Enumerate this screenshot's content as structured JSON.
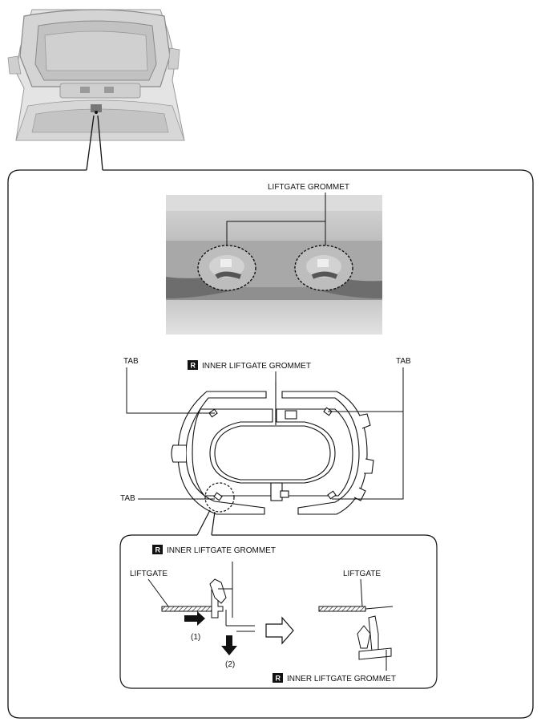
{
  "labels": {
    "photo_callout": "LIFTGATE GROMMET",
    "main_title": "INNER LIFTGATE GROMMET",
    "tab_left": "TAB",
    "tab_right": "TAB",
    "tab_bottom": "TAB",
    "detail_title": "INNER LIFTGATE GROMMET",
    "detail_liftgate_left": "LIFTGATE",
    "detail_liftgate_right": "LIFTGATE",
    "step_1": "(1)",
    "step_2": "(2)",
    "detail_result": "INNER LIFTGATE GROMMET",
    "replace_symbol": "R"
  },
  "colors": {
    "line": "#111111",
    "photo_bg": "#c9c9c9",
    "vehicle_bg": "#d6d6d6"
  }
}
